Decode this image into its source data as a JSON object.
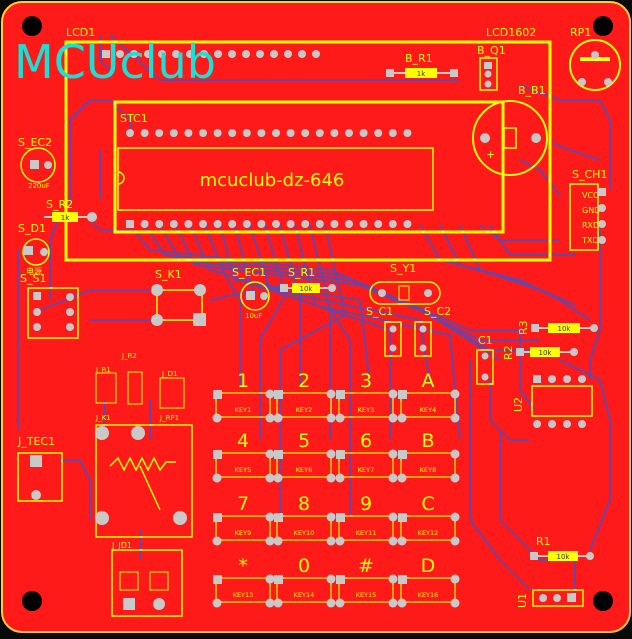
{
  "watermark": "MCUclub",
  "center_label": "mcuclub-dz-646",
  "colors": {
    "board": "#ff1a1a",
    "silk": "#ffff00",
    "trace": "#5a4ab8",
    "pad": "#c9c9c9",
    "watermark": "#17e0d6",
    "hole": "#000000"
  },
  "labels": {
    "lcd1": "LCD1",
    "lcd1602": "LCD1602",
    "rp1": "RP1",
    "br1": "B_R1",
    "br1_val": "1k",
    "bq1": "B_Q1",
    "bb1": "B_B1",
    "stc1": "STC1",
    "sec2": "S_EC2",
    "sec2_val": "220uF",
    "sr2": "S_R2",
    "sr2_val": "1k",
    "sd1": "S_D1",
    "sd1_val": "电源",
    "ss1": "S_S1",
    "sk1": "S_K1",
    "sec1": "S_EC1",
    "sec1_val": "10uF",
    "sr1": "S_R1",
    "sr1_val": "10k",
    "sy1": "S_Y1",
    "sc1": "S_C1",
    "sc2": "S_C2",
    "sch1": "S_CH1",
    "vcc": "VCC",
    "gnd": "GND",
    "rxd": "RXD",
    "txd": "TXD",
    "c1": "C1",
    "r2": "R2",
    "r2_val": "10k",
    "r3": "R3",
    "r3_val": "10k",
    "u2": "U2",
    "r1": "R1",
    "r1_val": "10k",
    "u1": "U1",
    "jr1": "J_R1",
    "jr2": "J_R2",
    "jd1": "J_D1",
    "jk1": "J_K1",
    "jrp1": "J_RP1",
    "jtec1": "J_TEC1",
    "jjd1": "J_JD1"
  },
  "keypad": {
    "symbols": [
      "1",
      "2",
      "3",
      "A",
      "4",
      "5",
      "6",
      "B",
      "7",
      "8",
      "9",
      "C",
      "*",
      "0",
      "#",
      "D"
    ],
    "names": [
      "KEY1",
      "KEY2",
      "KEY3",
      "KEY4",
      "KEY5",
      "KEY6",
      "KEY7",
      "KEY8",
      "KEY9",
      "KEY10",
      "KEY11",
      "KEY12",
      "KEY13",
      "KEY14",
      "KEY15",
      "KEY16"
    ]
  }
}
